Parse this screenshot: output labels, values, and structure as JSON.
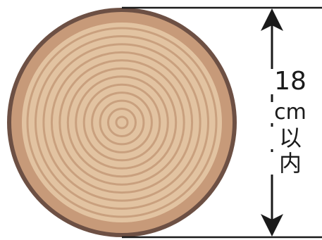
{
  "label": {
    "number": "18",
    "unit": "cm",
    "text_line1": "以",
    "text_line2": "内"
  },
  "colors": {
    "bark": "#6d5044",
    "outer_ring": "#c79a79",
    "wood_light": "#e2c3a1",
    "ring_line": "#c9a07e",
    "dimension_line": "#1a1a1a"
  },
  "rings": 12
}
